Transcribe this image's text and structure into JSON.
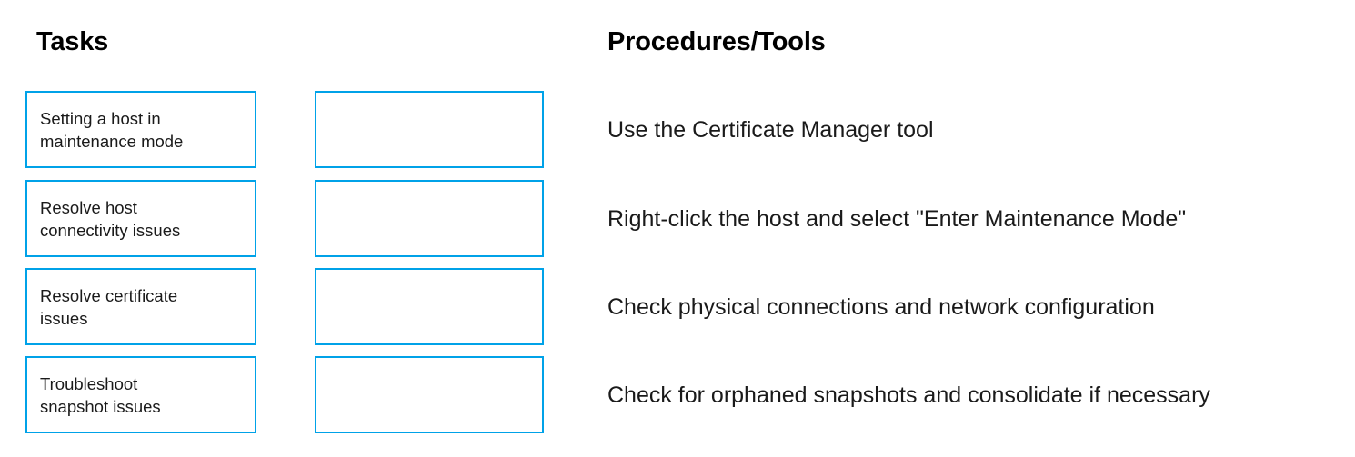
{
  "columns": {
    "tasks_heading": "Tasks",
    "procedures_heading": "Procedures/Tools"
  },
  "colors": {
    "box_border": "#00a2e8",
    "text": "#1a1a1a",
    "heading": "#000000",
    "background": "#ffffff"
  },
  "rows": [
    {
      "task": "Setting a host in\nmaintenance mode",
      "drop_value": "",
      "procedure": "Use the Certificate Manager tool"
    },
    {
      "task": "Resolve host\nconnectivity issues",
      "drop_value": "",
      "procedure": "Right-click the host and select \"Enter Maintenance Mode\""
    },
    {
      "task": "Resolve certificate\nissues",
      "drop_value": "",
      "procedure": "Check physical connections and network configuration"
    },
    {
      "task": "Troubleshoot\nsnapshot  issues",
      "drop_value": "",
      "procedure": "Check for orphaned snapshots and consolidate if necessary"
    }
  ]
}
